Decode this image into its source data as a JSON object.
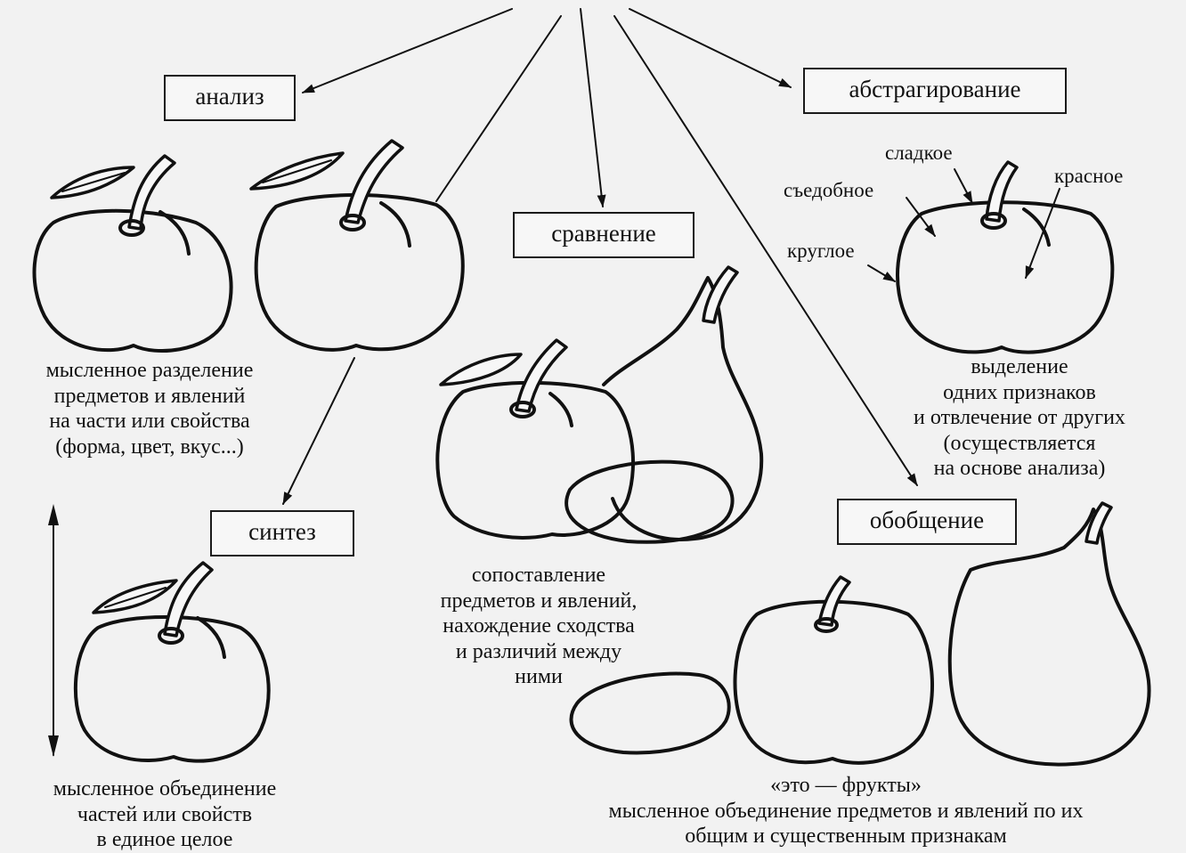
{
  "boxes": {
    "analysis": "анализ",
    "abstraction": "абстрагирование",
    "comparison": "сравнение",
    "synthesis": "синтез",
    "generalization": "обобщение"
  },
  "captions": {
    "analysis": [
      "мысленное разделение",
      "предметов и явлений",
      "на части или свойства",
      "(форма, цвет, вкус...)"
    ],
    "comparison": [
      "сопоставление",
      "предметов и явлений,",
      "нахождение сходства",
      "и различий между",
      "ними"
    ],
    "abstraction": [
      "выделение",
      "одних признаков",
      "и отвлечение от других",
      "(осуществляется",
      "на основе анализа)"
    ],
    "synthesis": [
      "мысленное объединение",
      "частей или свойств",
      "в единое целое"
    ],
    "generalization": [
      "«это — фрукты»",
      "мысленное объединение предметов и явлений по их",
      "общим и существенным признакам"
    ]
  },
  "abstraction_labels": {
    "sweet": "сладкое",
    "edible": "съедобное",
    "red": "красное",
    "round": "круглое"
  }
}
